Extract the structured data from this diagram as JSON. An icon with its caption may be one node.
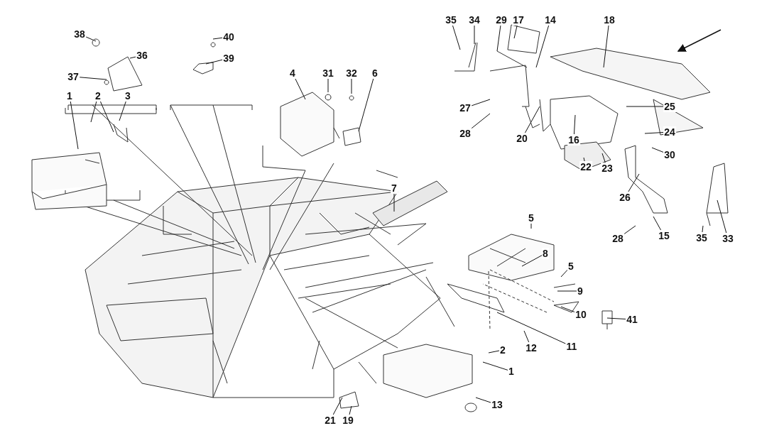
{
  "diagram": {
    "nodes": [
      {
        "text": [
          "35"
        ]
      },
      {
        "text": [
          "34"
        ]
      },
      {
        "text": [
          "29"
        ]
      },
      {
        "text": [
          "17"
        ]
      },
      {
        "text": [
          "14"
        ]
      },
      {
        "text": [
          "18"
        ]
      },
      {
        "text": [
          "38"
        ]
      },
      {
        "text": [
          "40"
        ]
      },
      {
        "text": [
          "36"
        ]
      },
      {
        "text": [
          "37"
        ]
      },
      {
        "text": [
          "39"
        ]
      },
      {
        "text": [
          "4"
        ]
      },
      {
        "text": [
          "31"
        ]
      },
      {
        "text": [
          "32"
        ]
      },
      {
        "text": [
          "6"
        ]
      },
      {
        "text": [
          "1"
        ]
      },
      {
        "text": [
          "2"
        ]
      },
      {
        "text": [
          "3"
        ]
      },
      {
        "text": [
          "25"
        ]
      },
      {
        "text": [
          "27"
        ]
      },
      {
        "text": [
          "28"
        ]
      },
      {
        "text": [
          "20"
        ]
      },
      {
        "text": [
          "16"
        ]
      },
      {
        "text": [
          "24"
        ]
      },
      {
        "text": [
          "30"
        ]
      },
      {
        "text": [
          "22"
        ]
      },
      {
        "text": [
          "23"
        ]
      },
      {
        "text": [
          "7"
        ]
      },
      {
        "text": [
          "26"
        ]
      },
      {
        "text": [
          "5"
        ]
      },
      {
        "text": [
          "28"
        ]
      },
      {
        "text": [
          "15"
        ]
      },
      {
        "text": [
          "35"
        ]
      },
      {
        "text": [
          "33"
        ]
      },
      {
        "text": [
          "8"
        ]
      },
      {
        "text": [
          "5"
        ]
      },
      {
        "text": [
          "9"
        ]
      },
      {
        "text": [
          "10"
        ]
      },
      {
        "text": [
          "41"
        ]
      },
      {
        "text": [
          "12"
        ]
      },
      {
        "text": [
          "11"
        ]
      },
      {
        "text": [
          "2"
        ]
      },
      {
        "text": [
          "1"
        ]
      },
      {
        "text": [
          "13"
        ]
      },
      {
        "text": [
          "21"
        ]
      },
      {
        "text": [
          "19"
        ]
      }
    ],
    "edges": [
      {
        "from": 0,
        "to": null,
        "arrow": "none"
      },
      {
        "from": 1,
        "to": null,
        "arrow": "none"
      },
      {
        "from": 2,
        "to": null,
        "arrow": "none"
      },
      {
        "from": 3,
        "to": null,
        "arrow": "none"
      },
      {
        "from": 4,
        "to": null,
        "arrow": "none"
      },
      {
        "from": 5,
        "to": null,
        "arrow": "none"
      },
      {
        "from": 6,
        "to": null,
        "arrow": "none"
      },
      {
        "from": 7,
        "to": null,
        "arrow": "none"
      },
      {
        "from": 8,
        "to": null,
        "arrow": "none"
      },
      {
        "from": 9,
        "to": null,
        "arrow": "none"
      },
      {
        "from": 10,
        "to": null,
        "arrow": "none"
      },
      {
        "from": 11,
        "to": null,
        "arrow": "none"
      },
      {
        "from": 12,
        "to": null,
        "arrow": "none"
      },
      {
        "from": 13,
        "to": null,
        "arrow": "none"
      },
      {
        "from": 14,
        "to": null,
        "arrow": "none"
      },
      {
        "from": 15,
        "to": null,
        "arrow": "none"
      },
      {
        "from": 16,
        "to": null,
        "arrow": "none"
      },
      {
        "from": 16,
        "to": null,
        "arrow": "none"
      },
      {
        "from": 17,
        "to": null,
        "arrow": "none"
      },
      {
        "from": 18,
        "to": null,
        "arrow": "none"
      },
      {
        "from": 19,
        "to": null,
        "arrow": "none"
      },
      {
        "from": 20,
        "to": null,
        "arrow": "none"
      },
      {
        "from": 21,
        "to": null,
        "arrow": "none"
      },
      {
        "from": 22,
        "to": null,
        "arrow": "none"
      },
      {
        "from": 23,
        "to": null,
        "arrow": "none"
      },
      {
        "from": 24,
        "to": null,
        "arrow": "none"
      },
      {
        "from": 25,
        "to": null,
        "arrow": "none"
      },
      {
        "from": 26,
        "to": null,
        "arrow": "none"
      },
      {
        "from": 27,
        "to": null,
        "arrow": "none"
      },
      {
        "from": 28,
        "to": null,
        "arrow": "none"
      },
      {
        "from": 29,
        "to": null,
        "arrow": "none"
      },
      {
        "from": 30,
        "to": null,
        "arrow": "none"
      },
      {
        "from": 31,
        "to": null,
        "arrow": "none"
      },
      {
        "from": 32,
        "to": null,
        "arrow": "none"
      },
      {
        "from": 33,
        "to": null,
        "arrow": "none"
      },
      {
        "from": 34,
        "to": null,
        "arrow": "none"
      },
      {
        "from": 35,
        "to": null,
        "arrow": "none"
      },
      {
        "from": 36,
        "to": null,
        "arrow": "none"
      },
      {
        "from": 37,
        "to": null,
        "arrow": "none"
      },
      {
        "from": 38,
        "to": null,
        "arrow": "none"
      },
      {
        "from": 39,
        "to": null,
        "arrow": "none"
      },
      {
        "from": 40,
        "to": null,
        "arrow": "none"
      },
      {
        "from": 41,
        "to": null,
        "arrow": "none"
      },
      {
        "from": 42,
        "to": null,
        "arrow": "none"
      },
      {
        "from": 43,
        "to": null,
        "arrow": "none"
      },
      {
        "from": 44,
        "to": null,
        "arrow": "none"
      },
      {
        "from": 45,
        "to": null,
        "arrow": "none"
      }
    ]
  }
}
